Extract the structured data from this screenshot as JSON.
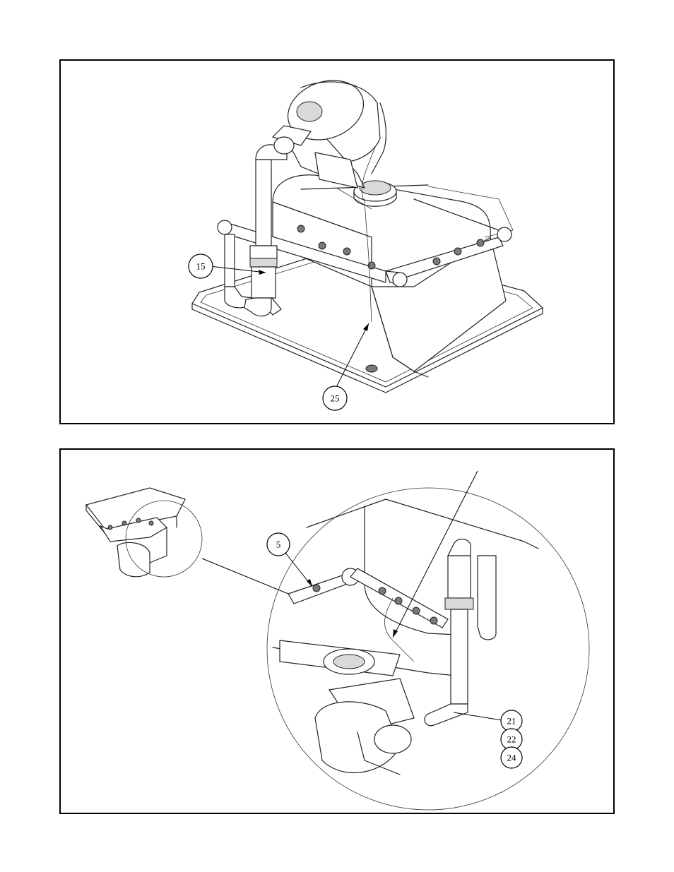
{
  "figures": [
    {
      "id": "top-assembly",
      "callouts": [
        {
          "label": "15"
        },
        {
          "label": "25"
        }
      ]
    },
    {
      "id": "bottom-detail",
      "callouts": [
        {
          "label": "5"
        },
        {
          "label": "21"
        },
        {
          "label": "22"
        },
        {
          "label": "24"
        }
      ]
    }
  ]
}
